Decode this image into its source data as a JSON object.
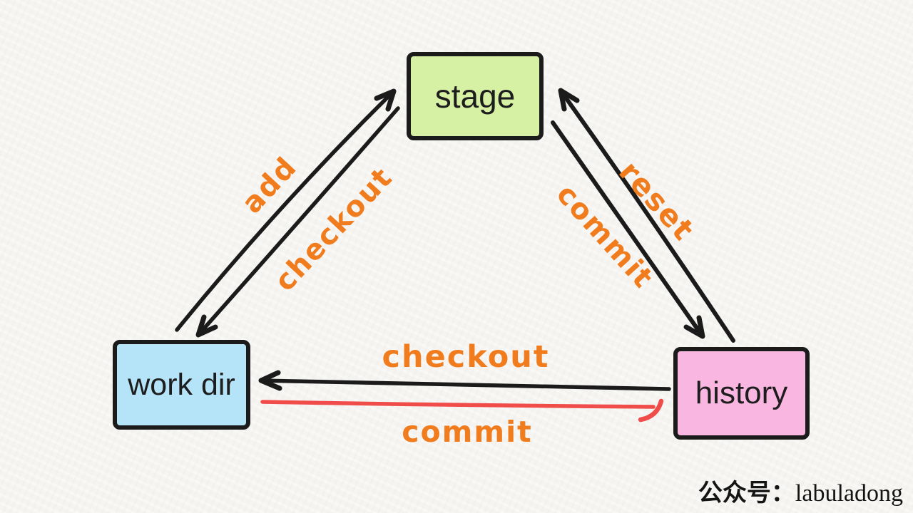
{
  "palette": {
    "background": "#f5f4f1",
    "black": "#1b1b1b",
    "orange": "#f07c1e",
    "red": "#ef4c4a"
  },
  "nodes": {
    "stage": {
      "label": "stage",
      "fill": "#d6f0a4"
    },
    "workdir": {
      "label": "work dir",
      "fill": "#b5e3f8"
    },
    "history": {
      "label": "history",
      "fill": "#f8b6e0"
    }
  },
  "edges": [
    {
      "id": "add",
      "label": "add",
      "from": "workdir",
      "to": "stage",
      "line_color": "#1b1b1b",
      "label_color": "#f07c1e"
    },
    {
      "id": "checkout-left",
      "label": "checkout",
      "from": "stage",
      "to": "workdir",
      "line_color": "#1b1b1b",
      "label_color": "#f07c1e"
    },
    {
      "id": "commit-right",
      "label": "commit",
      "from": "stage",
      "to": "history",
      "line_color": "#1b1b1b",
      "label_color": "#f07c1e"
    },
    {
      "id": "reset",
      "label": "reset",
      "from": "history",
      "to": "stage",
      "line_color": "#1b1b1b",
      "label_color": "#f07c1e"
    },
    {
      "id": "checkout-bottom",
      "label": "checkout",
      "from": "history",
      "to": "workdir",
      "line_color": "#1b1b1b",
      "label_color": "#f07c1e"
    },
    {
      "id": "commit-bottom",
      "label": "commit",
      "from": "workdir",
      "to": "history",
      "line_color": "#ef4c4a",
      "label_color": "#f07c1e"
    }
  ],
  "watermark": {
    "prefix": "公众号：",
    "name": "labuladong"
  }
}
